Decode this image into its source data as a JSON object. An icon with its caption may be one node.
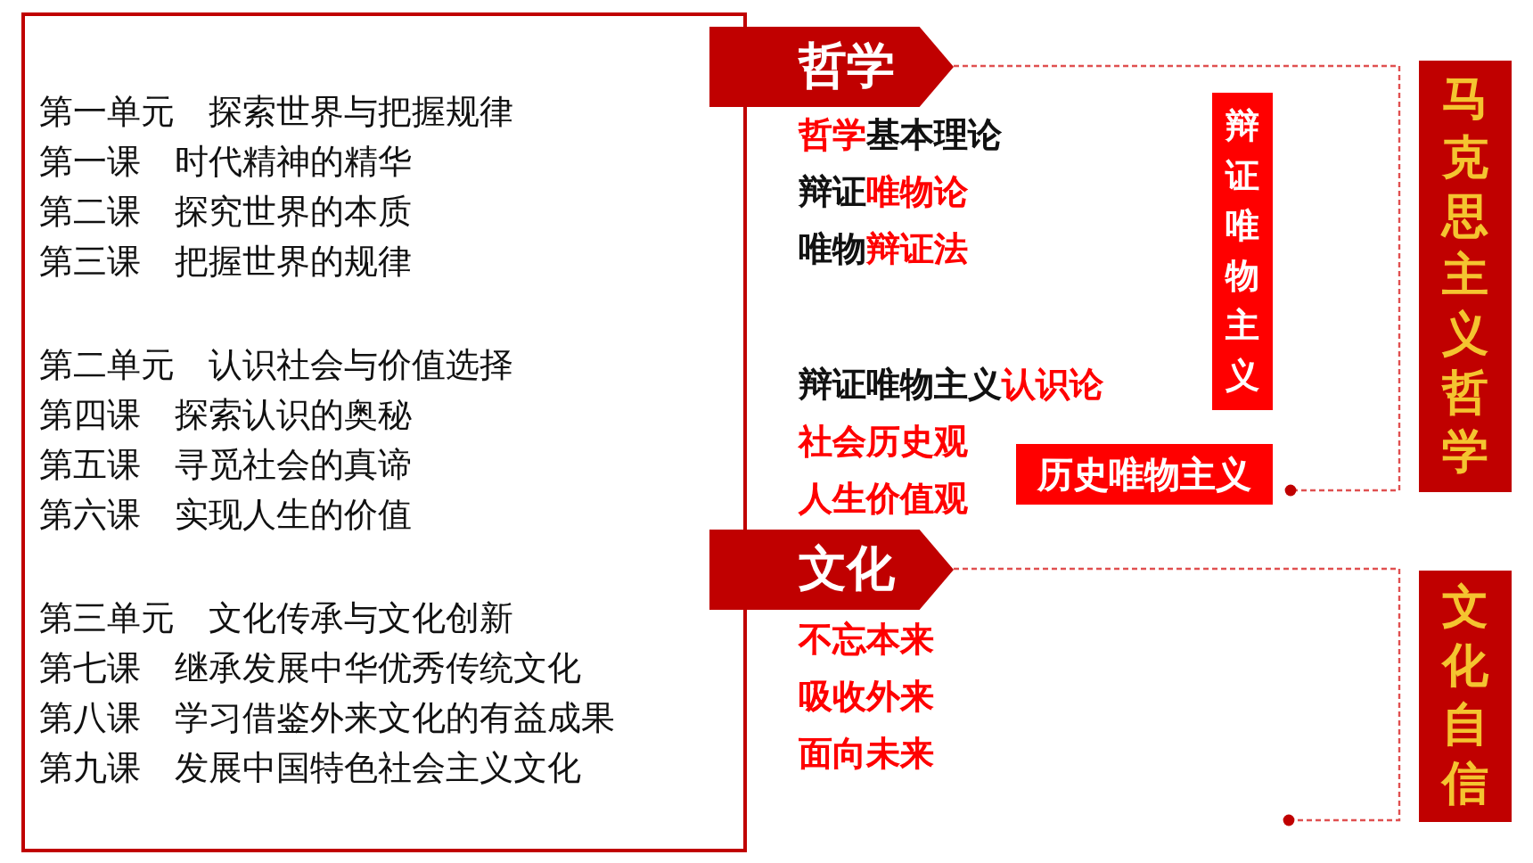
{
  "diagram": {
    "nodes": [
      {
        "text": [
          "第一单元　探索世界与把握规律",
          "第一课　时代精神的精华",
          "第二课　探究世界的本质",
          "第三课　把握世界的规律",
          "第二单元　认识社会与价值选择",
          "第四课　探索认识的奥秘",
          "第五课　寻觅社会的真谛",
          "第六课　实现人生的价值",
          "第三单元　文化传承与文化创新",
          "第七课　继承发展中华优秀传统文化",
          "第八课　学习借鉴外来文化的有益成果",
          "第九课　发展中国特色社会主义文化"
        ]
      },
      {
        "text": [
          "哲学"
        ]
      },
      {
        "text": [
          "文化"
        ]
      },
      {
        "text": [
          "辩证唯物主义"
        ]
      },
      {
        "text": [
          "历史唯物主义"
        ]
      },
      {
        "text": [
          "马克思主义哲学"
        ]
      },
      {
        "text": [
          "文化自信"
        ]
      }
    ],
    "edges": [
      {
        "from": 1,
        "to": 4,
        "arrow": "other",
        "style": "dashed"
      },
      {
        "from": 2,
        "to": null,
        "arrow": "other",
        "style": "dashed"
      }
    ],
    "labels": [
      "哲学",
      "基本理论",
      "辩证",
      "唯物论",
      "唯物",
      "辩证法",
      "辩证唯物主义",
      "认识论",
      "社会历史观",
      "人生价值观",
      "不忘本来",
      "吸收外来",
      "面向未来"
    ]
  }
}
